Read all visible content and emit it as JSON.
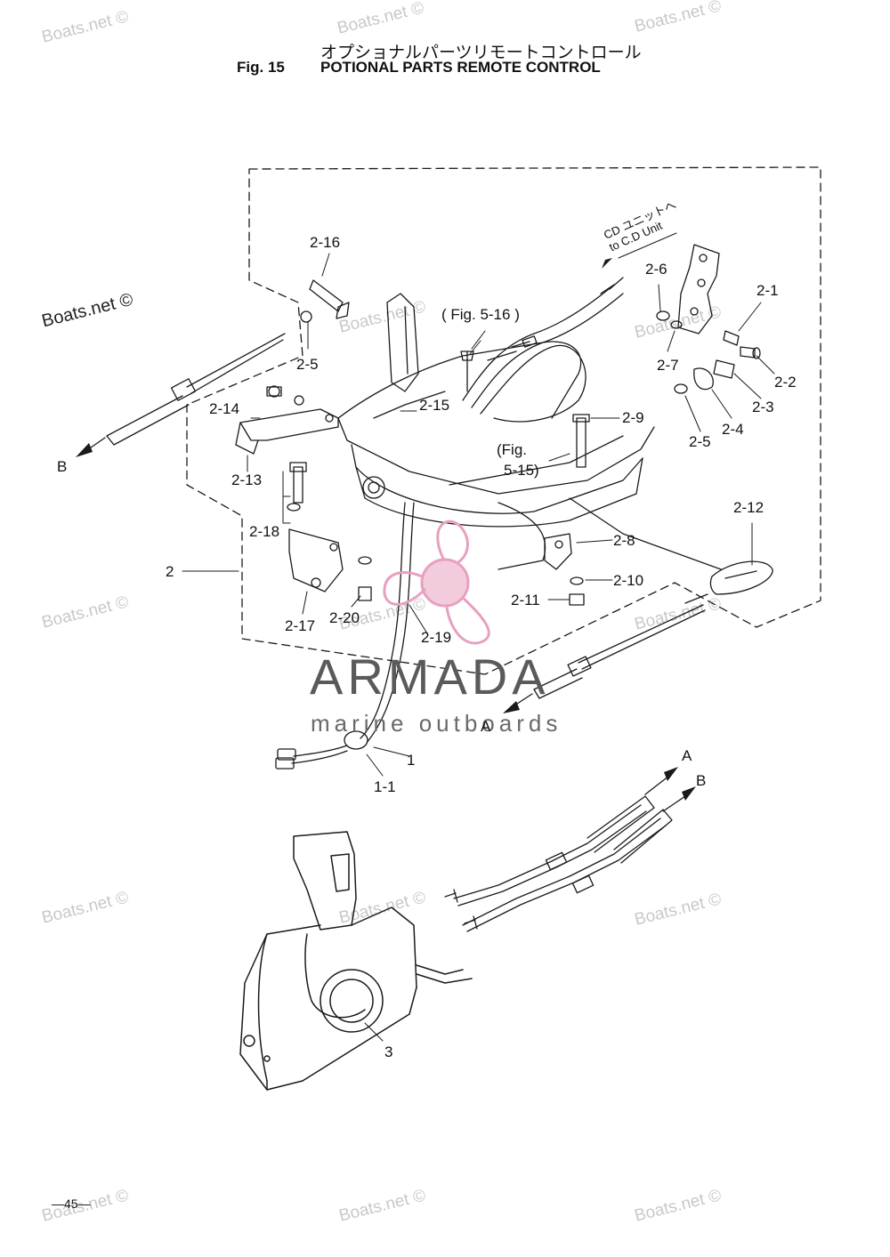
{
  "header": {
    "title_jp": "オプショナルパーツリモートコントロール",
    "fig_number": "Fig. 15",
    "title_en": "POTIONAL PARTS REMOTE CONTROL"
  },
  "watermark": {
    "text": "Boats.net ©"
  },
  "logo": {
    "brand": "ARMADA",
    "tagline": "marine outboards",
    "accent_color": "#e8a0c0"
  },
  "references": {
    "fig_5_16": "( Fig. 5-16 )",
    "fig_5_15_a": "(Fig.",
    "fig_5_15_b": "5-15)",
    "cd_jp": "CD ユニットへ",
    "cd_en": "to C.D Unit"
  },
  "part_labels": {
    "p2_16": "2-16",
    "p2_5a": "2-5",
    "p2_14": "2-14",
    "p2_13": "2-13",
    "p2_18": "2-18",
    "p2": "2",
    "p2_17": "2-17",
    "p2_20": "2-20",
    "p2_19": "2-19",
    "p2_15": "2-15",
    "p2_6": "2-6",
    "p2_1": "2-1",
    "p2_7": "2-7",
    "p2_2": "2-2",
    "p2_3": "2-3",
    "p2_4": "2-4",
    "p2_5b": "2-5",
    "p2_9": "2-9",
    "p2_12": "2-12",
    "p2_8": "2-8",
    "p2_10": "2-10",
    "p2_11": "2-11",
    "p1": "1",
    "p1_1": "1-1",
    "p3": "3",
    "cable_a1": "A",
    "cable_b1": "B",
    "cable_a2": "A",
    "cable_b2": "B"
  },
  "page_number": "—45—"
}
